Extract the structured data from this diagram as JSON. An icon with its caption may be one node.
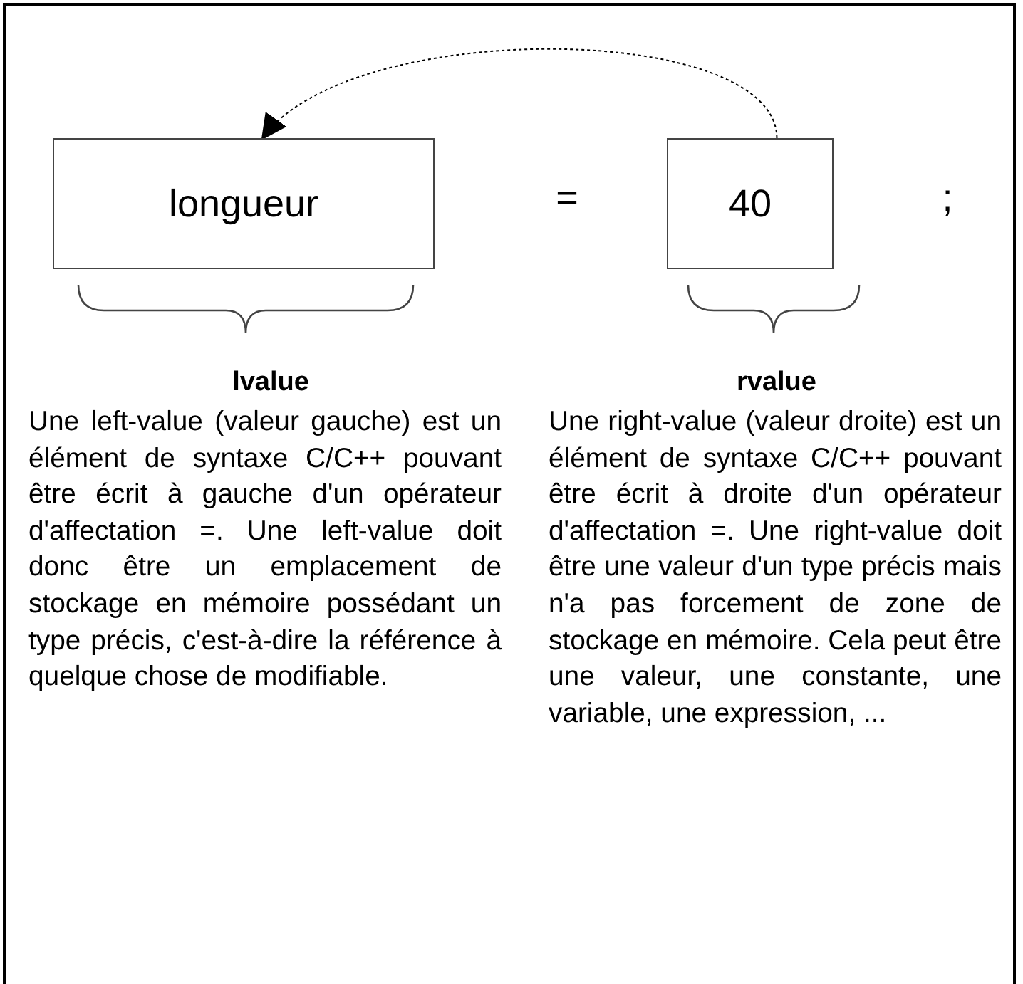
{
  "diagram": {
    "nodes": [
      {
        "text": [
          "longueur"
        ]
      },
      {
        "text": [
          "40"
        ]
      }
    ],
    "edges": [
      {
        "from": 1,
        "to": 0,
        "arrow": "to",
        "style": "dashed"
      }
    ],
    "labels": [
      "=",
      ";",
      "lvalue",
      "rvalue",
      "Une left-value (valeur gauche) est un élément de syntaxe C/C++ pouvant être écrit à gauche d'un opérateur d'affectation =. Une left-value doit donc être un emplacement de stockage en mémoire possédant un type précis, c'est-à-dire la référence à quelque chose de modifiable.",
      "Une right-value (valeur droite) est un élément de syntaxe C/C++ pouvant être écrit à droite d'un opérateur d'affectation =. Une right-value doit être une valeur d'un type précis mais n'a pas forcement de zone de stockage en mémoire. Cela peut être une valeur, une constante, une variable, une expression, ..."
    ]
  }
}
